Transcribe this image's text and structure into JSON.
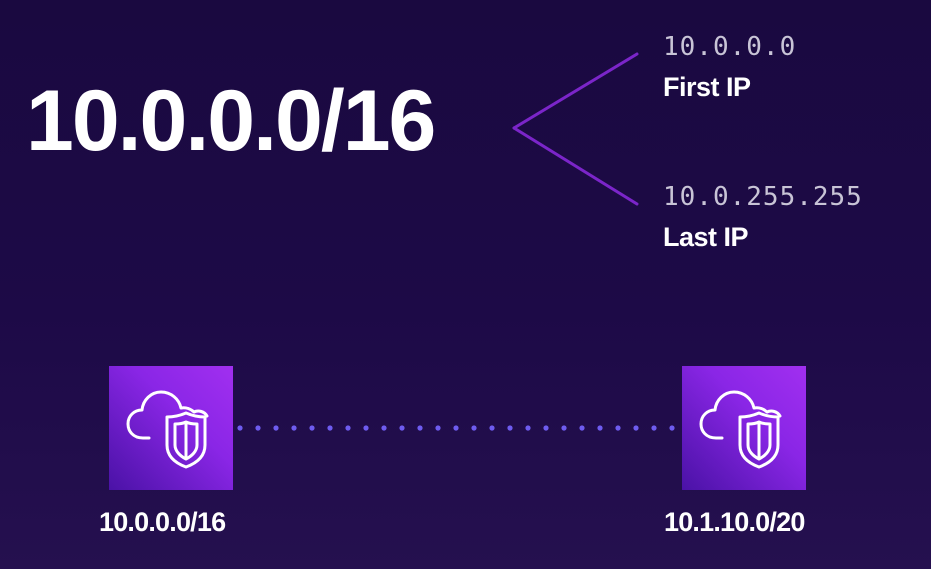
{
  "cidr": {
    "block": "10.0.0.0/16",
    "first_ip": "10.0.0.0",
    "first_label": "First IP",
    "last_ip": "10.0.255.255",
    "last_label": "Last IP"
  },
  "vpcs": [
    {
      "label": "10.0.0.0/16",
      "icon": "vpc-cloud-shield-icon"
    },
    {
      "label": "10.1.10.0/20",
      "icon": "vpc-cloud-shield-icon"
    }
  ],
  "colors": {
    "background": "#1a0940",
    "accent": "#8a26e6",
    "branch_line": "#7b25c9",
    "connector_dots": "#6e5cf0"
  }
}
